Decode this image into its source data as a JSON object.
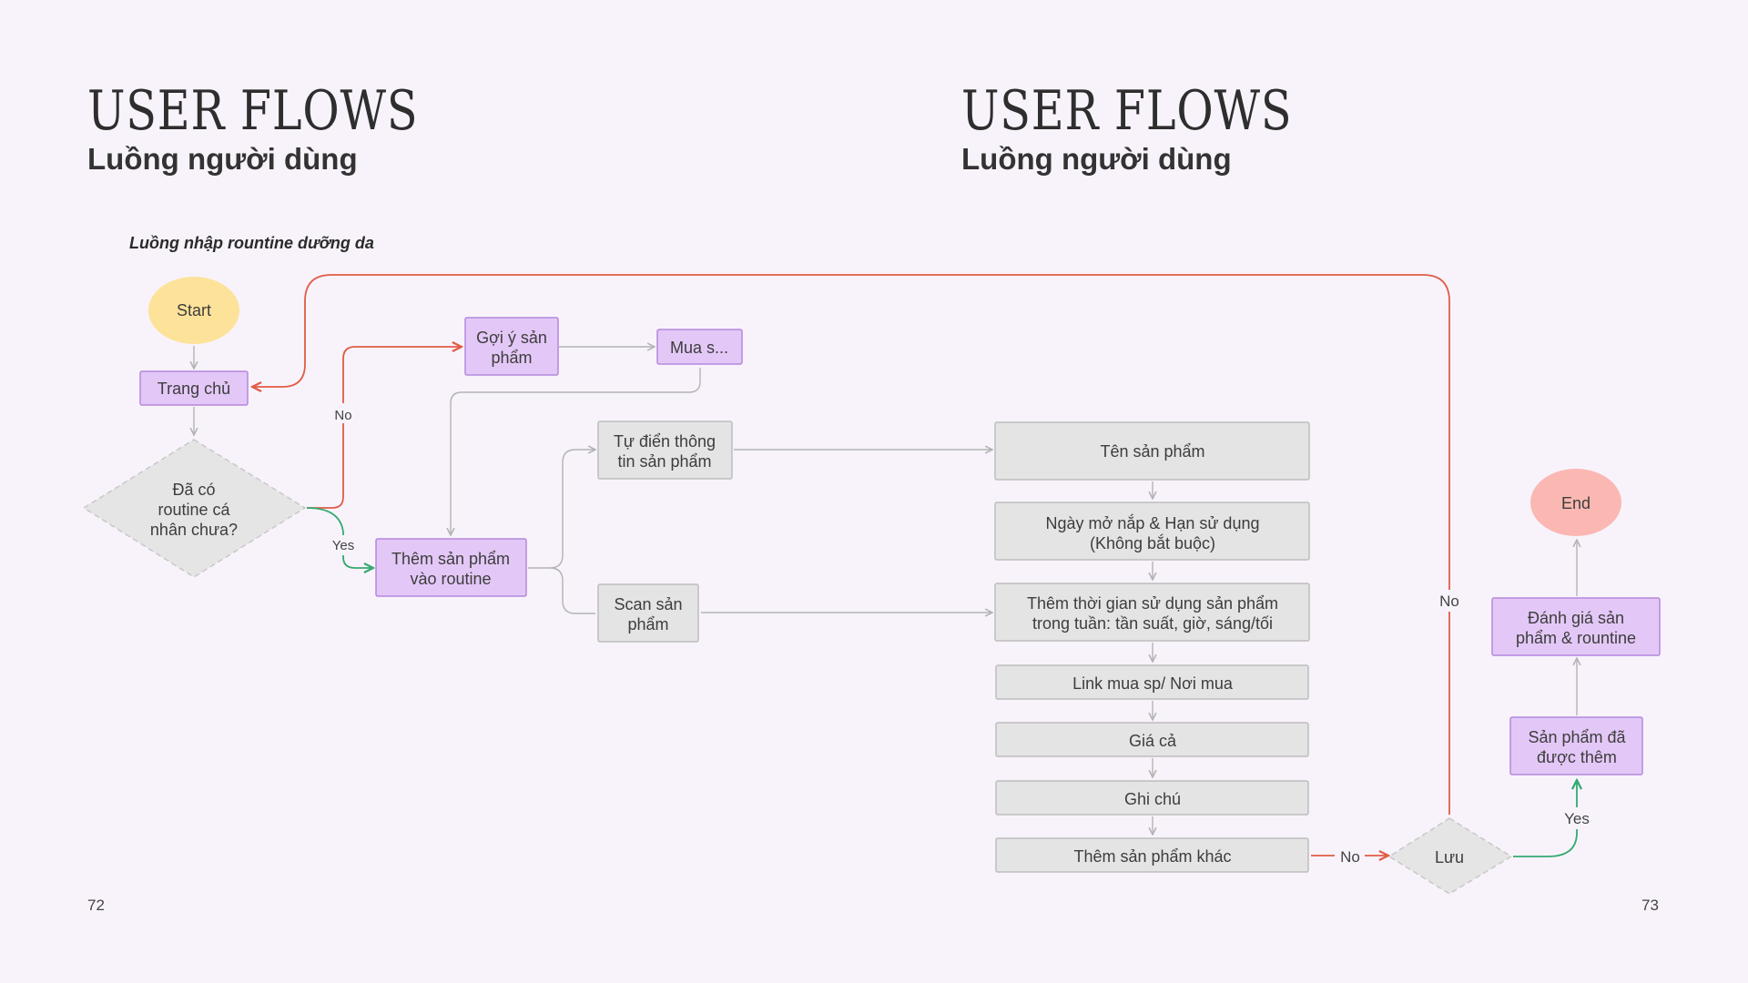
{
  "left_page": {
    "title": "USER FLOWS",
    "subtitle": "Luồng người dùng",
    "flow_label": "Luồng nhập rountine dưỡng da",
    "page_number": "72"
  },
  "right_page": {
    "title": "USER FLOWS",
    "subtitle": "Luồng người dùng",
    "page_number": "73"
  },
  "nodes": {
    "start": "Start",
    "home": "Trang chủ",
    "has_routine": [
      "Đã có",
      "routine cá",
      "nhân chưa?"
    ],
    "suggest": [
      "Gợi ý sản",
      "phẩm"
    ],
    "buy": "Mua s...",
    "add_product": [
      "Thêm sản phẩm",
      "vào routine"
    ],
    "dictionary": [
      "Tự điển thông",
      "tin sản phẩm"
    ],
    "scan": [
      "Scan sản",
      "phẩm"
    ],
    "product_name": "Tên sản phẩm",
    "dates": [
      "Ngày mở nắp & Hạn sử dụng",
      "(Không bắt buộc)"
    ],
    "usage_time": [
      "Thêm thời gian sử dụng sản phẩm",
      "trong tuần: tần suất, giờ, sáng/tối"
    ],
    "buy_link": "Link mua sp/ Nơi mua",
    "price": "Giá cả",
    "note": "Ghi chú",
    "add_other": "Thêm sản phẩm khác",
    "save": "Lưu",
    "added": [
      "Sản phẩm đã",
      "được thêm"
    ],
    "review": [
      "Đánh giá sản",
      "phẩm & rountine"
    ],
    "end": "End"
  },
  "edge_labels": {
    "no_suggest": "No",
    "yes_add": "Yes",
    "no_save": "No",
    "no_loop": "No",
    "yes_added": "Yes"
  },
  "colors": {
    "background": "#f8f3fb",
    "start": "#fde29a",
    "end": "#fbb8b2",
    "purple_node": "#e3c8f7",
    "gray_node": "#e4e4e4",
    "no_edge": "#e05c45",
    "yes_edge": "#33aa70"
  }
}
